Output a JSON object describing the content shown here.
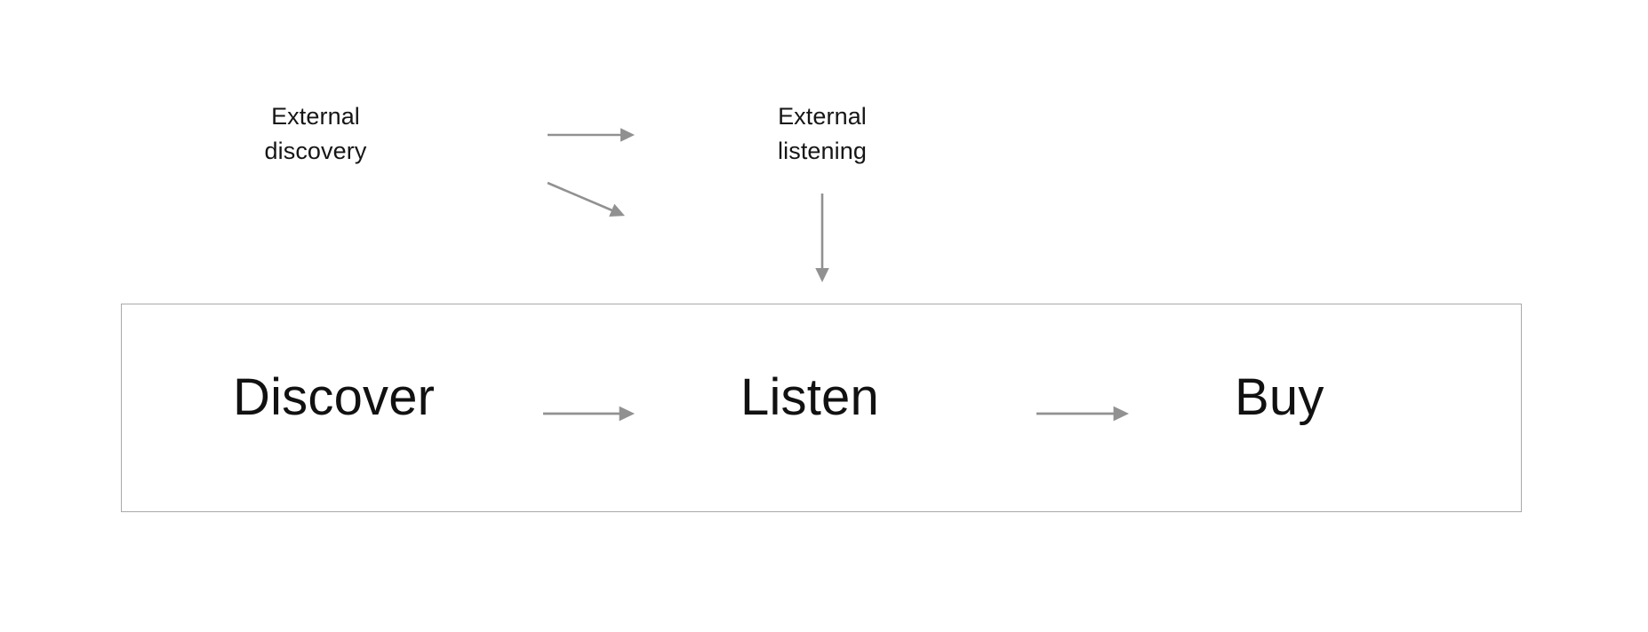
{
  "diagram": {
    "title": "Discover Listen Buy funnel with external inputs",
    "colors": {
      "text": "#161616",
      "stage_text": "#111111",
      "arrow": "#919191",
      "box_border": "#a9a9a9",
      "background": "#ffffff"
    },
    "external_nodes": [
      {
        "id": "external-discovery",
        "label": "External\ndiscovery",
        "line_1": "External",
        "line_2": "discovery"
      },
      {
        "id": "external-listening",
        "label": "External\nlistening",
        "line_1": "External",
        "line_2": "listening"
      }
    ],
    "funnel": {
      "stages": [
        {
          "id": "discover",
          "label": "Discover"
        },
        {
          "id": "listen",
          "label": "Listen"
        },
        {
          "id": "buy",
          "label": "Buy"
        }
      ],
      "connectors": [
        {
          "id": "discover-to-listen",
          "from": "discover",
          "to": "listen",
          "type": "arrow-right"
        },
        {
          "id": "listen-to-buy",
          "from": "listen",
          "to": "buy",
          "type": "arrow-right"
        }
      ]
    },
    "connectors": [
      {
        "id": "discovery-to-listening",
        "from": "external-discovery",
        "to": "external-listening",
        "type": "arrow-right"
      },
      {
        "id": "discovery-to-funnel",
        "from": "external-discovery",
        "to": "discover-stage",
        "type": "arrow-diagonal-down-right"
      },
      {
        "id": "listening-to-listen",
        "from": "external-listening",
        "to": "listen",
        "type": "arrow-down"
      }
    ]
  }
}
